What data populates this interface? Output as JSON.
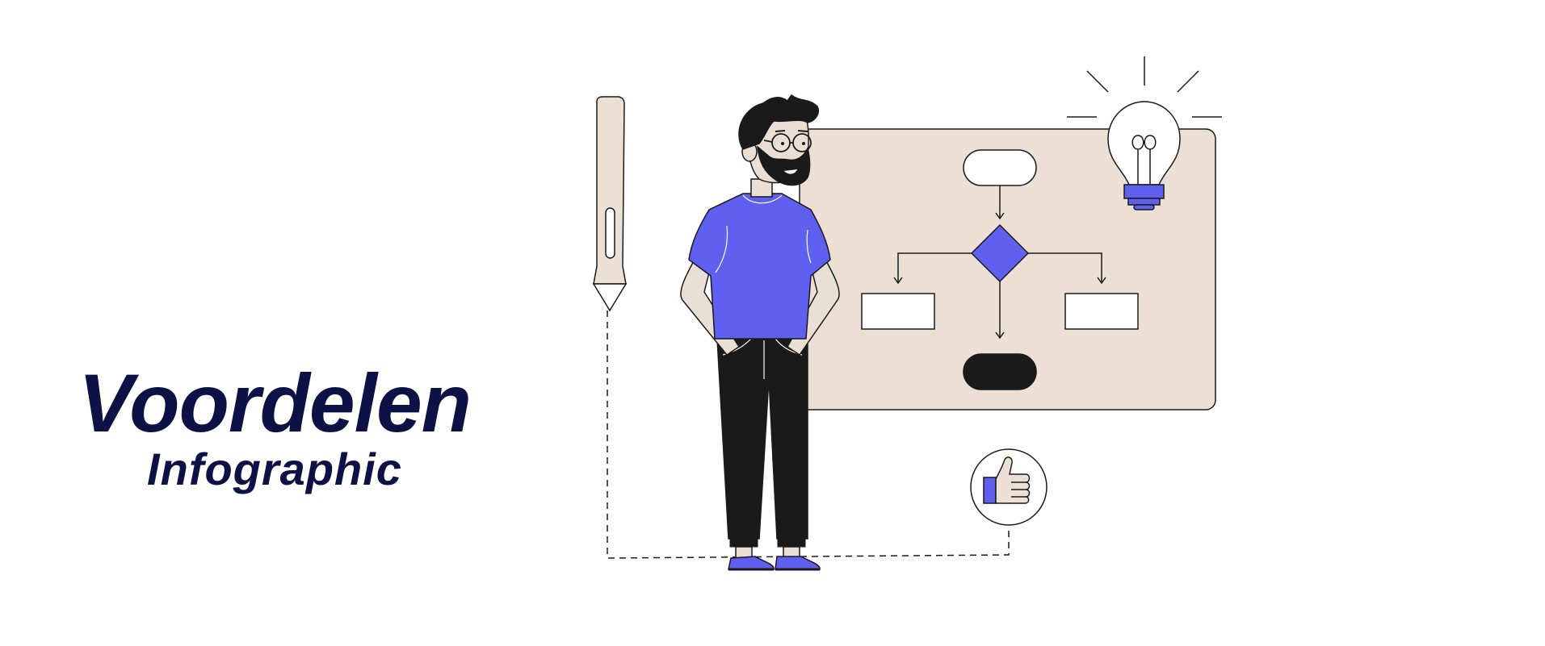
{
  "title": {
    "main": "Voordelen",
    "sub": "Infographic"
  },
  "illustration": {
    "figure": "bearded-man-with-glasses",
    "objects": [
      "stylus-pen-icon",
      "flowchart-board",
      "light-bulb-icon",
      "thumbs-up-icon"
    ]
  },
  "colors": {
    "title_navy": "#0d1145",
    "accent_blue": "#6060f0",
    "board_beige": "#ece0d4",
    "ink_black": "#1a1a1a",
    "skin": "#eadfd5"
  }
}
